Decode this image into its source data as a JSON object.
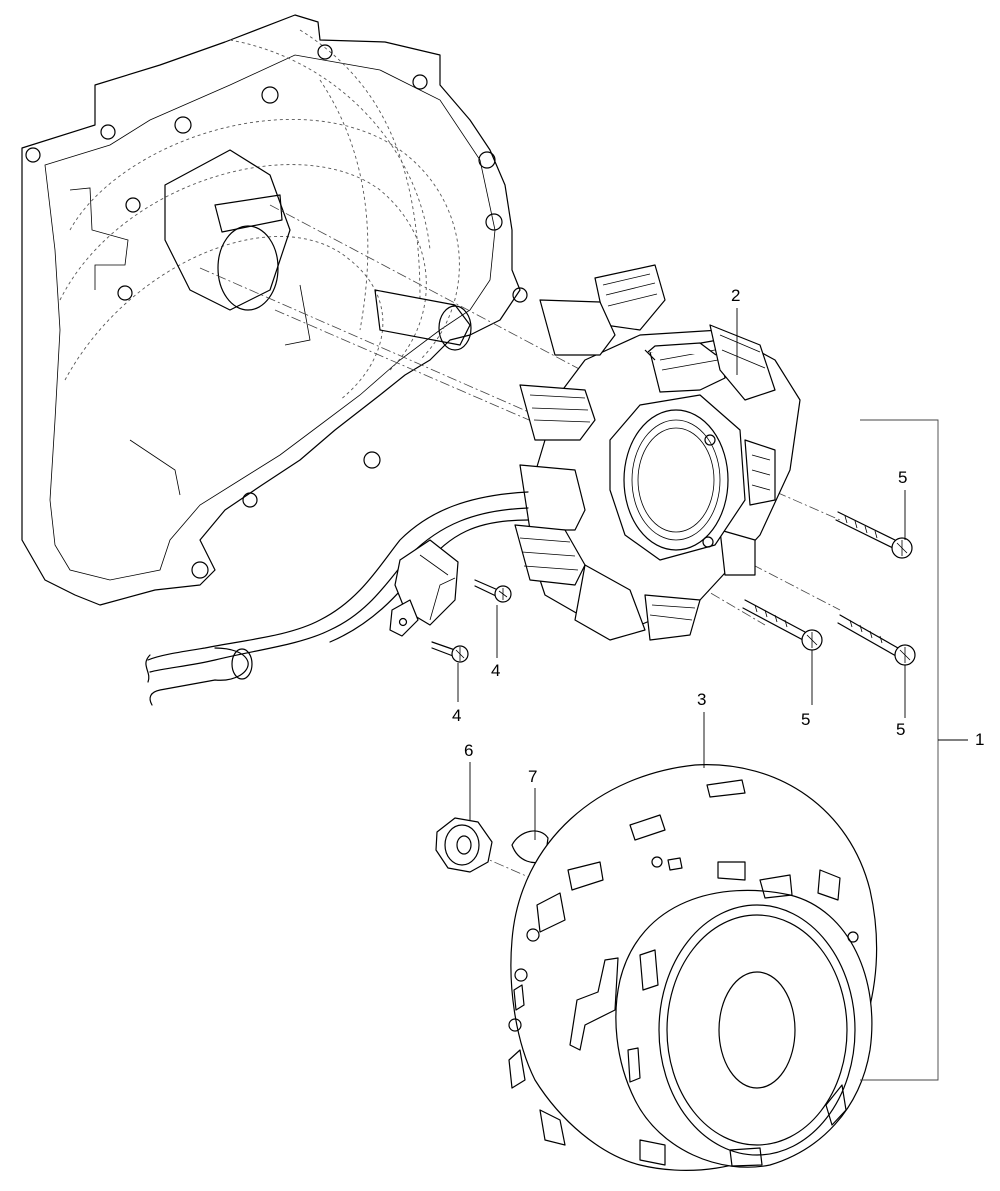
{
  "callouts": [
    {
      "id": "1",
      "label": "1"
    },
    {
      "id": "2",
      "label": "2"
    },
    {
      "id": "3",
      "label": "3"
    },
    {
      "id": "4a",
      "label": "4"
    },
    {
      "id": "4b",
      "label": "4"
    },
    {
      "id": "5a",
      "label": "5"
    },
    {
      "id": "5b",
      "label": "5"
    },
    {
      "id": "5c",
      "label": "5"
    },
    {
      "id": "6",
      "label": "6"
    },
    {
      "id": "7",
      "label": "7"
    }
  ]
}
